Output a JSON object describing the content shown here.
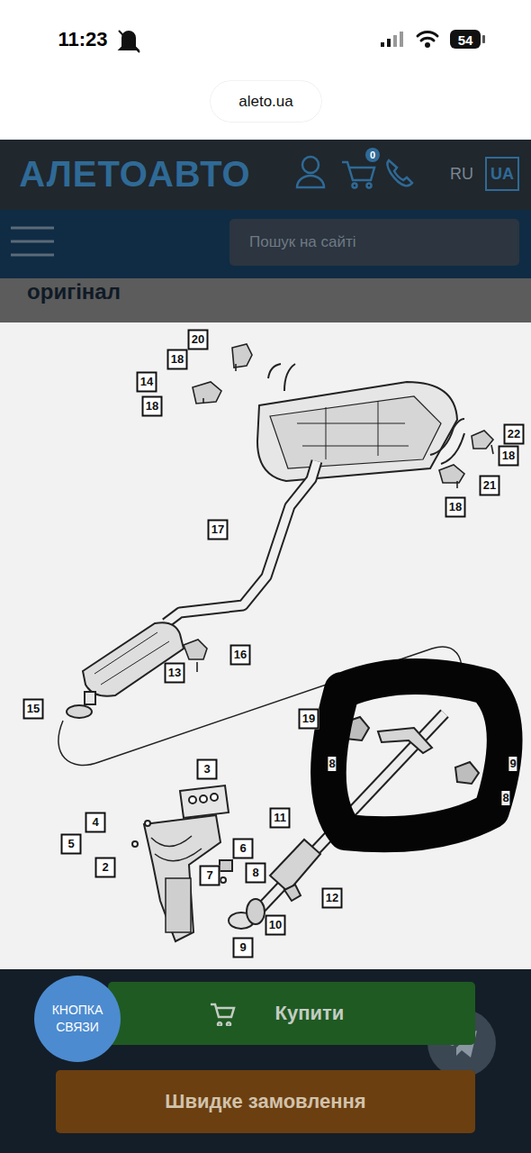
{
  "diagram": {
    "nodes": [
      {
        "text": [
          "aleto.ua"
        ]
      },
      {
        "text": [
          "UA"
        ]
      },
      {
        "text": [
          "Пошук на сайті"
        ]
      },
      {
        "text": [
          "КНОПКА СВЯЗИ"
        ]
      },
      {
        "text": [
          "Купити"
        ]
      },
      {
        "text": [
          "Швидке замовлення"
        ]
      }
    ],
    "labels": [
      "11:23",
      "54",
      "АЛЕТОАВТО",
      "0",
      "RU",
      "оригінал",
      "20",
      "18",
      "14",
      "18",
      "22",
      "18",
      "21",
      "18",
      "17",
      "16",
      "13",
      "15",
      "3",
      "19",
      "8",
      "9",
      "8",
      "4",
      "11",
      "5",
      "6",
      "2",
      "7",
      "8",
      "12",
      "10",
      "9"
    ]
  }
}
